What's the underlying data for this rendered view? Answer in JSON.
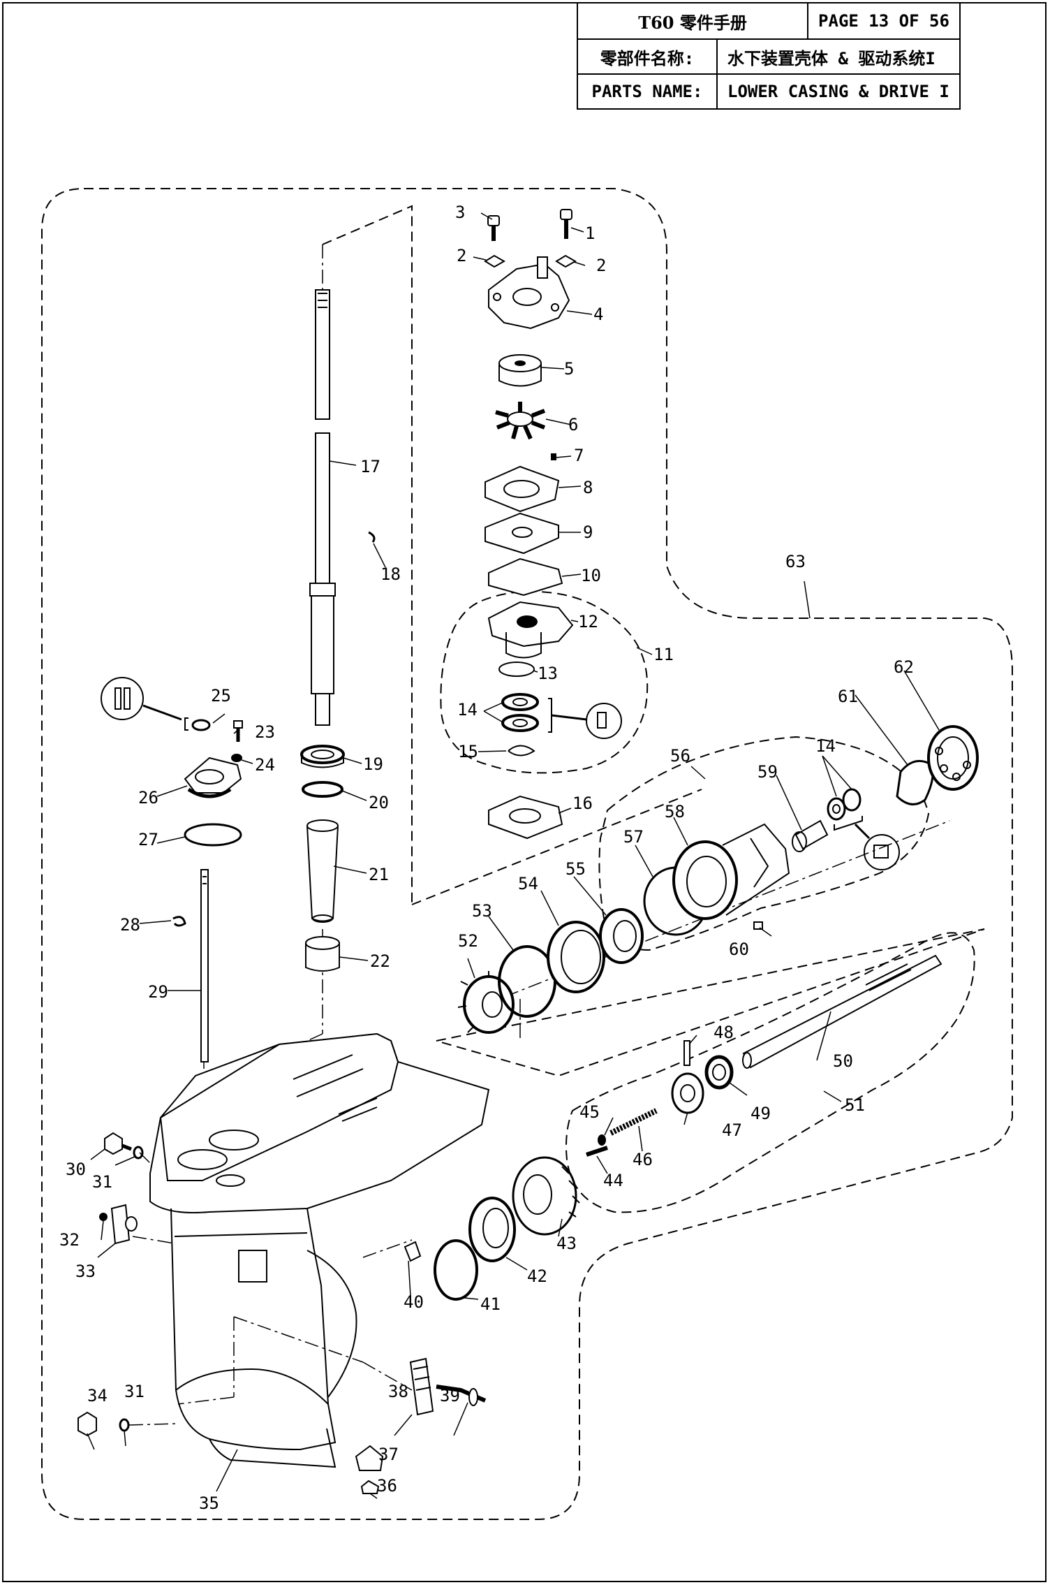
{
  "header": {
    "catalog_title": "T60 零件手册",
    "page": "PAGE 13 OF 56",
    "name_label_cn": "零部件名称:",
    "name_value_cn": "水下装置壳体 & 驱动系统I",
    "name_label_en": "PARTS NAME:",
    "name_value_en": "LOWER CASING & DRIVE  I"
  },
  "callouts": [
    {
      "id": "c1",
      "text": "1"
    },
    {
      "id": "c2a",
      "text": "2"
    },
    {
      "id": "c2b",
      "text": "2"
    },
    {
      "id": "c3",
      "text": "3"
    },
    {
      "id": "c4",
      "text": "4"
    },
    {
      "id": "c5",
      "text": "5"
    },
    {
      "id": "c6",
      "text": "6"
    },
    {
      "id": "c7",
      "text": "7"
    },
    {
      "id": "c8",
      "text": "8"
    },
    {
      "id": "c9",
      "text": "9"
    },
    {
      "id": "c10",
      "text": "10"
    },
    {
      "id": "c11",
      "text": "11"
    },
    {
      "id": "c12",
      "text": "12"
    },
    {
      "id": "c13",
      "text": "13"
    },
    {
      "id": "c14a",
      "text": "14"
    },
    {
      "id": "c14b",
      "text": "14"
    },
    {
      "id": "c15",
      "text": "15"
    },
    {
      "id": "c16",
      "text": "16"
    },
    {
      "id": "c17",
      "text": "17"
    },
    {
      "id": "c18",
      "text": "18"
    },
    {
      "id": "c19",
      "text": "19"
    },
    {
      "id": "c20",
      "text": "20"
    },
    {
      "id": "c21",
      "text": "21"
    },
    {
      "id": "c22",
      "text": "22"
    },
    {
      "id": "c23",
      "text": "23"
    },
    {
      "id": "c24",
      "text": "24"
    },
    {
      "id": "c25",
      "text": "25"
    },
    {
      "id": "c26",
      "text": "26"
    },
    {
      "id": "c27",
      "text": "27"
    },
    {
      "id": "c28",
      "text": "28"
    },
    {
      "id": "c29",
      "text": "29"
    },
    {
      "id": "c30",
      "text": "30"
    },
    {
      "id": "c31a",
      "text": "31"
    },
    {
      "id": "c31b",
      "text": "31"
    },
    {
      "id": "c32",
      "text": "32"
    },
    {
      "id": "c33",
      "text": "33"
    },
    {
      "id": "c34",
      "text": "34"
    },
    {
      "id": "c35",
      "text": "35"
    },
    {
      "id": "c36",
      "text": "36"
    },
    {
      "id": "c37",
      "text": "37"
    },
    {
      "id": "c38",
      "text": "38"
    },
    {
      "id": "c39",
      "text": "39"
    },
    {
      "id": "c40",
      "text": "40"
    },
    {
      "id": "c41",
      "text": "41"
    },
    {
      "id": "c42",
      "text": "42"
    },
    {
      "id": "c43",
      "text": "43"
    },
    {
      "id": "c44",
      "text": "44"
    },
    {
      "id": "c45",
      "text": "45"
    },
    {
      "id": "c46",
      "text": "46"
    },
    {
      "id": "c47",
      "text": "47"
    },
    {
      "id": "c48",
      "text": "48"
    },
    {
      "id": "c49",
      "text": "49"
    },
    {
      "id": "c50",
      "text": "50"
    },
    {
      "id": "c51",
      "text": "51"
    },
    {
      "id": "c52",
      "text": "52"
    },
    {
      "id": "c53",
      "text": "53"
    },
    {
      "id": "c54",
      "text": "54"
    },
    {
      "id": "c55",
      "text": "55"
    },
    {
      "id": "c56",
      "text": "56"
    },
    {
      "id": "c57",
      "text": "57"
    },
    {
      "id": "c58",
      "text": "58"
    },
    {
      "id": "c59",
      "text": "59"
    },
    {
      "id": "c60",
      "text": "60"
    },
    {
      "id": "c61",
      "text": "61"
    },
    {
      "id": "c62",
      "text": "62"
    },
    {
      "id": "c63",
      "text": "63"
    }
  ]
}
